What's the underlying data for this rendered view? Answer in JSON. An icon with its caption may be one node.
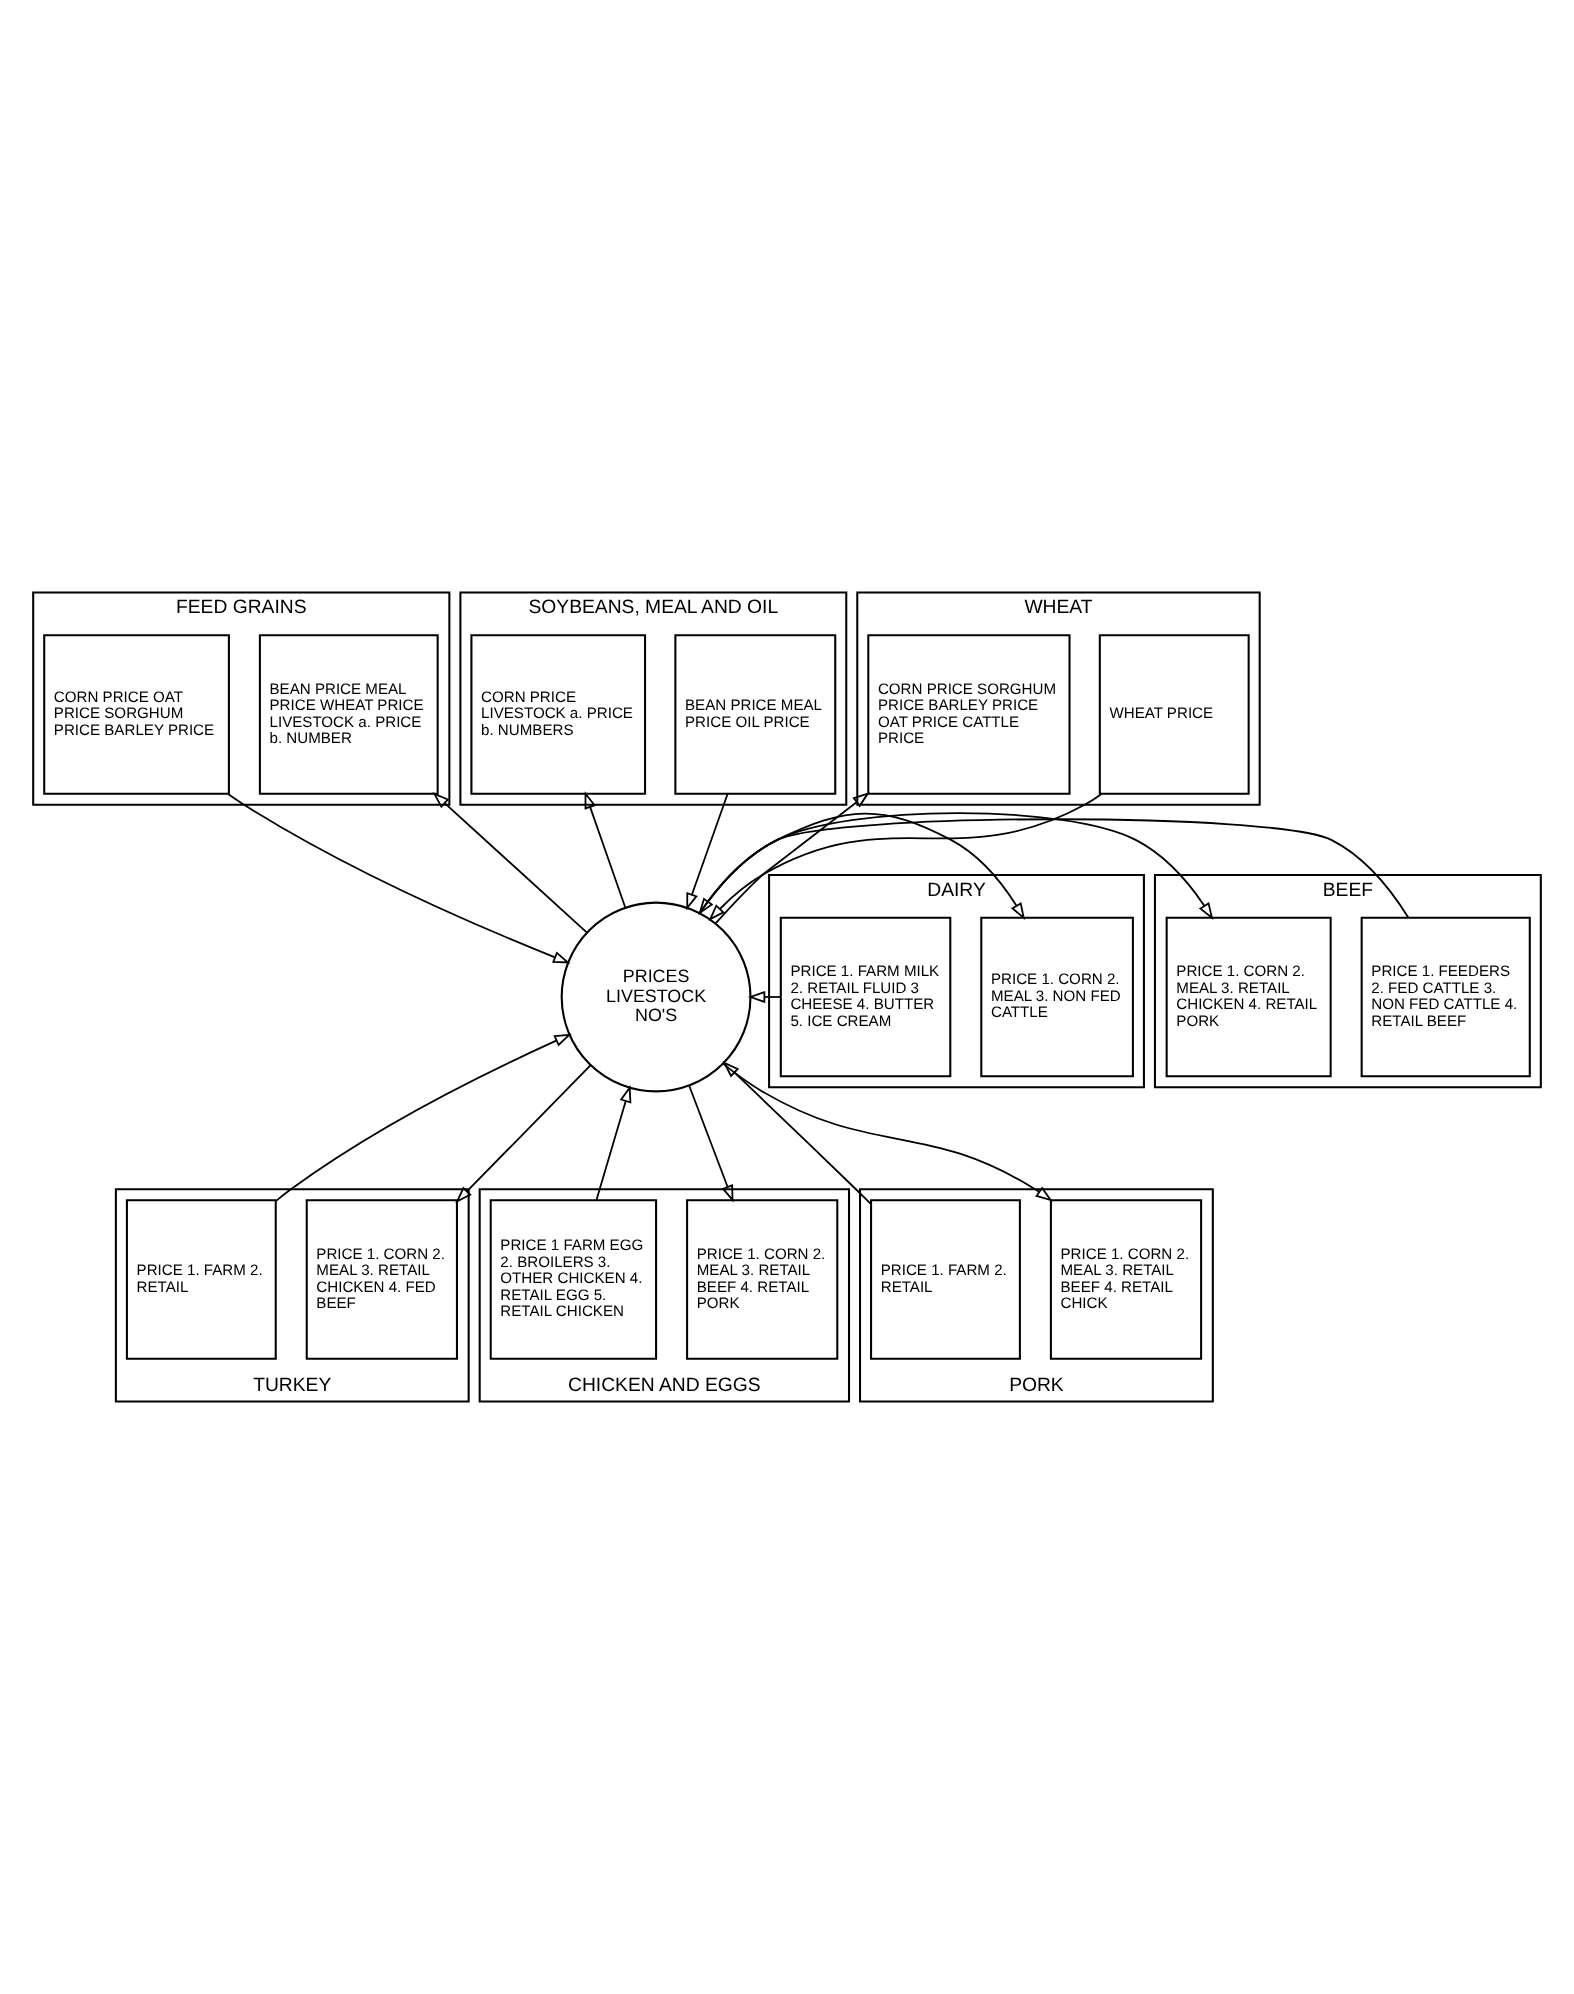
{
  "diagram": {
    "nodes": [
      {
        "text": [
          "FEED GRAINS"
        ]
      },
      {
        "text": [
          "BEAN PRICE MEAL PRICE WHEAT PRICE LIVESTOCK a. PRICE b. NUMBER"
        ],
        "in": 0
      },
      {
        "text": [
          "CORN PRICE OAT PRICE SORGHUM PRICE BARLEY PRICE"
        ],
        "in": 0
      },
      {
        "text": [
          "SOYBEANS, MEAL AND OIL"
        ]
      },
      {
        "text": [
          "BEAN PRICE MEAL PRICE OIL PRICE"
        ],
        "in": 3
      },
      {
        "text": [
          "CORN PRICE LIVESTOCK a. PRICE b. NUMBERS"
        ],
        "in": 3
      },
      {
        "text": [
          "WHEAT"
        ]
      },
      {
        "text": [
          "WHEAT PRICE"
        ],
        "in": 6
      },
      {
        "text": [
          "CORN PRICE SORGHUM PRICE BARLEY PRICE OAT PRICE CATTLE PRICE"
        ],
        "in": 6
      },
      {
        "text": [
          "DAIRY"
        ]
      },
      {
        "text": [
          "PRICE 1. CORN 2. MEAL 3. NON FED CATTLE"
        ],
        "in": 9
      },
      {
        "text": [
          "PRICE 1. FARM MILK 2. RETAIL FLUID 3 CHEESE 4. BUTTER 5. ICE CREAM"
        ],
        "in": 9
      },
      {
        "text": [
          "PRICES LIVESTOCK NO'S"
        ]
      },
      {
        "text": [
          "BEEF"
        ]
      },
      {
        "text": [
          "PRICE 1. FEEDERS 2. FED CATTLE 3. NON FED CATTLE 4. RETAIL BEEF"
        ],
        "in": 13
      },
      {
        "text": [
          "PRICE 1. CORN 2. MEAL 3. RETAIL CHICKEN 4. RETAIL PORK"
        ],
        "in": 13
      },
      {
        "text": [
          "TURKEY"
        ]
      },
      {
        "text": [
          "PRICE 1. CORN 2. MEAL 3. RETAIL CHICKEN 4. FED BEEF"
        ],
        "in": 16
      },
      {
        "text": [
          "PRICE 1. FARM 2. RETAIL"
        ],
        "in": 16
      },
      {
        "text": [
          "CHICKEN AND EGGS"
        ]
      },
      {
        "text": [
          "PRICE 1. CORN 2. MEAL 3. RETAIL BEEF 4. RETAIL PORK"
        ],
        "in": 19
      },
      {
        "text": [
          "PRICE 1 FARM EGG 2. BROILERS 3. OTHER CHICKEN 4. RETAIL EGG 5. RETAIL CHICKEN"
        ],
        "in": 19
      },
      {
        "text": [
          "PORK"
        ]
      },
      {
        "text": [
          "PRICE 1. CORN 2. MEAL 3. RETAIL BEEF 4. RETAIL CHICK"
        ],
        "in": 22
      },
      {
        "text": [
          "PRICE 1. FARM 2. RETAIL"
        ],
        "in": 22
      }
    ],
    "edges": [
      {
        "from": 12,
        "to": 1,
        "arrow": "to"
      },
      {
        "from": 2,
        "to": 12,
        "arrow": "to"
      },
      {
        "from": 4,
        "to": 12,
        "arrow": "to"
      },
      {
        "from": 12,
        "to": 5,
        "arrow": "to"
      },
      {
        "from": 7,
        "to": 12,
        "arrow": "to"
      },
      {
        "from": 12,
        "to": 8,
        "arrow": "to"
      },
      {
        "from": 12,
        "to": 10,
        "arrow": "to"
      },
      {
        "from": 11,
        "to": 12,
        "arrow": "to"
      },
      {
        "from": 14,
        "to": 12,
        "arrow": "to"
      },
      {
        "from": 12,
        "to": 15,
        "arrow": "to"
      },
      {
        "from": 12,
        "to": 17,
        "arrow": "to"
      },
      {
        "from": 18,
        "to": 12,
        "arrow": "to"
      },
      {
        "from": 12,
        "to": 20,
        "arrow": "to"
      },
      {
        "from": 21,
        "to": 12,
        "arrow": "to"
      },
      {
        "from": 12,
        "to": 23,
        "arrow": "to"
      },
      {
        "from": 24,
        "to": 12,
        "arrow": "to"
      }
    ]
  }
}
